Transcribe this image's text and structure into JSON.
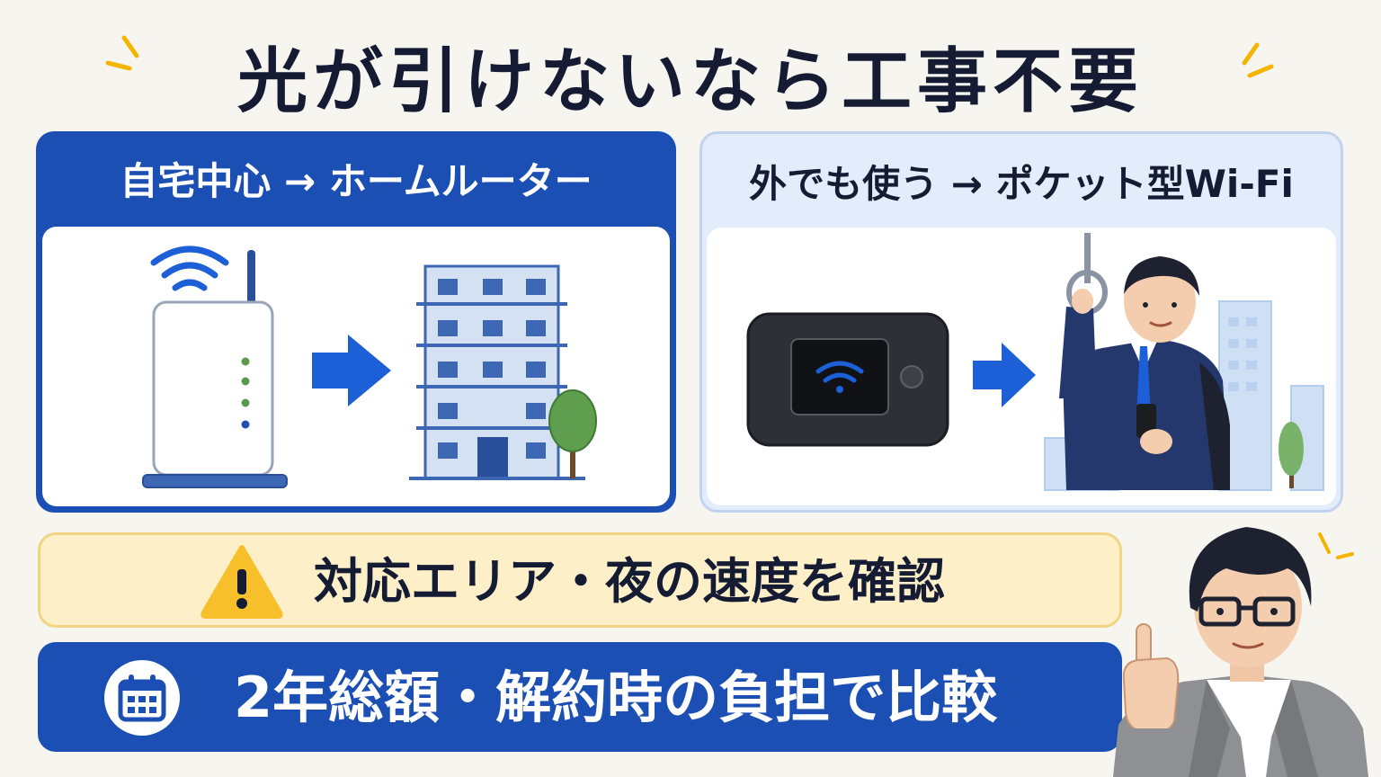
{
  "header": {
    "title": "光が引けないなら工事不要"
  },
  "panels": [
    {
      "label": "自宅中心 → ホームルーター"
    },
    {
      "label": "外でも使う → ポケット型Wi-Fi"
    }
  ],
  "notice": {
    "text": "対応エリア・夜の速度を確認",
    "icon": "warning-icon"
  },
  "compare": {
    "text": "2年総額・解約時の負担で比較",
    "icon": "calendar-icon"
  },
  "colors": {
    "brand_blue": "#1c4fb4",
    "light_blue": "#e3ecfa",
    "warning_yellow": "#f7c02a",
    "title_ink": "#141b33"
  }
}
